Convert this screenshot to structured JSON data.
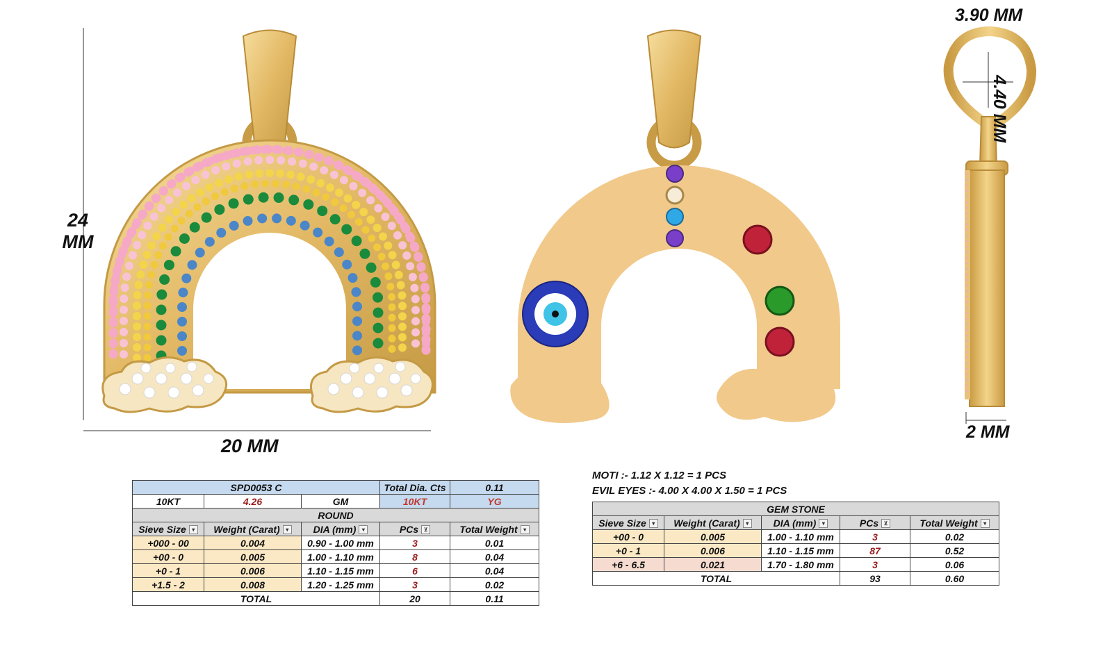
{
  "dimensions": {
    "height": "24",
    "height_unit": "MM",
    "width": "20 MM",
    "loop_width": "3.90 MM",
    "loop_height": "4.40 MM",
    "thickness": "2 MM"
  },
  "diamond_table": {
    "design_code": "SPD0053 C",
    "total_dia_label": "Total Dia. Cts",
    "total_dia_value": "0.11",
    "metal": "10KT",
    "gross_weight": "4.26",
    "gm_label": "GM",
    "metal_kt": "10KT",
    "metal_color": "YG",
    "shape": "ROUND",
    "columns": [
      "Sieve Size",
      "Weight (Carat)",
      "DIA (mm)",
      "PCs",
      "Total Weight"
    ],
    "rows": [
      {
        "sieve": "+000 - 00",
        "weight": "0.004",
        "dia": "0.90 - 1.00 mm",
        "pcs": "3",
        "total": "0.01"
      },
      {
        "sieve": "+00 - 0",
        "weight": "0.005",
        "dia": "1.00 - 1.10 mm",
        "pcs": "8",
        "total": "0.04"
      },
      {
        "sieve": "+0 - 1",
        "weight": "0.006",
        "dia": "1.10 - 1.15 mm",
        "pcs": "6",
        "total": "0.04"
      },
      {
        "sieve": "+1.5 - 2",
        "weight": "0.008",
        "dia": "1.20 - 1.25 mm",
        "pcs": "3",
        "total": "0.02"
      }
    ],
    "total_label": "TOTAL",
    "total_pcs": "20",
    "total_weight": "0.11"
  },
  "notes": {
    "moti": "MOTI :- 1.12 X 1.12 = 1 PCS",
    "evil_eyes": "EVIL EYES :- 4.00 X 4.00 X 1.50 = 1 PCS"
  },
  "gemstone_table": {
    "title": "GEM STONE",
    "columns": [
      "Sieve Size",
      "Weight (Carat)",
      "DIA (mm)",
      "PCs",
      "Total Weight"
    ],
    "rows": [
      {
        "sieve": "+00 - 0",
        "weight": "0.005",
        "dia": "1.00 - 1.10 mm",
        "pcs": "3",
        "total": "0.02"
      },
      {
        "sieve": "+0 - 1",
        "weight": "0.006",
        "dia": "1.10 - 1.15 mm",
        "pcs": "87",
        "total": "0.52"
      },
      {
        "sieve": "+6 - 6.5",
        "weight": "0.021",
        "dia": "1.70 - 1.80 mm",
        "pcs": "3",
        "total": "0.06"
      }
    ],
    "total_label": "TOTAL",
    "total_pcs": "93",
    "total_weight": "0.60"
  },
  "colors": {
    "gold": "#e8c77f",
    "gold_dark": "#c9a14f",
    "gold_back": "#f1c98a",
    "pink_stone": "#f6a9c6",
    "yellow_stone": "#f3d44a",
    "green_stone": "#1a8a3c",
    "blue_stone": "#4a86c8",
    "white_stone": "#f4f4f4",
    "ruby": "#c0223a",
    "emerald": "#2a9a2a",
    "purple": "#7a3fc9",
    "evil_eye_blue": "#2a3cb8"
  }
}
